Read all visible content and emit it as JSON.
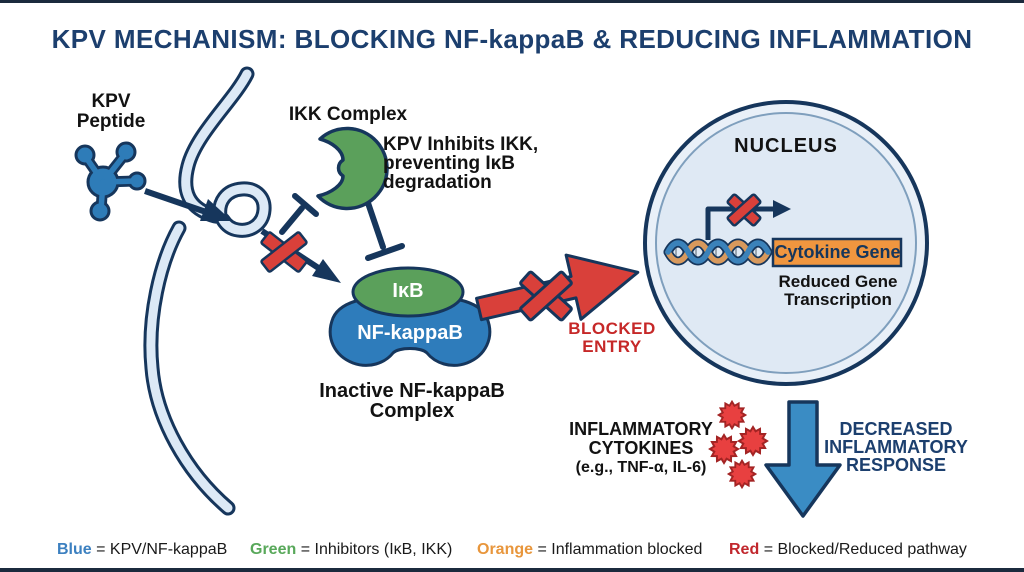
{
  "title": "KPV MECHANISM: BLOCKING NF-kappaB & REDUCING INFLAMMATION",
  "diagram": {
    "kpv_peptide": {
      "line1": "KPV",
      "line2": "Peptide"
    },
    "ikk_label": "IKK Complex",
    "ikk_note": {
      "line1": "KPV Inhibits IKK,",
      "line2": "preventing IκB",
      "line3": "degradation"
    },
    "ikb_label": "IκB",
    "nfkb_label": "NF-kappaB",
    "inactive_complex": {
      "line1": "Inactive NF-kappaB",
      "line2": "Complex"
    },
    "blocked_entry": {
      "line1": "BLOCKED",
      "line2": "ENTRY"
    },
    "nucleus": {
      "label": "NUCLEUS",
      "gene_box_label": "Cytokine Gene",
      "caption": {
        "line1": "Reduced Gene",
        "line2": "Transcription"
      }
    },
    "cytokines": {
      "line1": "INFLAMMATORY",
      "line2": "CYTOKINES",
      "line3": "(e.g., TNF-α, IL-6)"
    },
    "response": {
      "line1": "DECREASED",
      "line2": "INFLAMMATORY",
      "line3": "RESPONSE"
    }
  },
  "legend": {
    "items": [
      {
        "key": "Blue",
        "color": "#3c80c0",
        "text": "= KPV/NF-kappaB"
      },
      {
        "key": "Green",
        "color": "#58a85a",
        "text": "= Inhibitors (IκB, IKK)"
      },
      {
        "key": "Orange",
        "color": "#e8963c",
        "text": "= Inflammation blocked"
      },
      {
        "key": "Red",
        "color": "#c1272d",
        "text": "= Blocked/Reduced pathway"
      }
    ]
  },
  "colors": {
    "title_navy": "#1c3f6e",
    "outline_navy": "#16365c",
    "kpv_blue": "#2e7cb8",
    "inhibitor_green": "#5ba05b",
    "blocked_red": "#d9403a",
    "gene_orange": "#f0963f",
    "membrane_fill": "#dce9f6",
    "nucleus_fill": "#dfe9f4",
    "blocked_text_red": "#c62828"
  }
}
